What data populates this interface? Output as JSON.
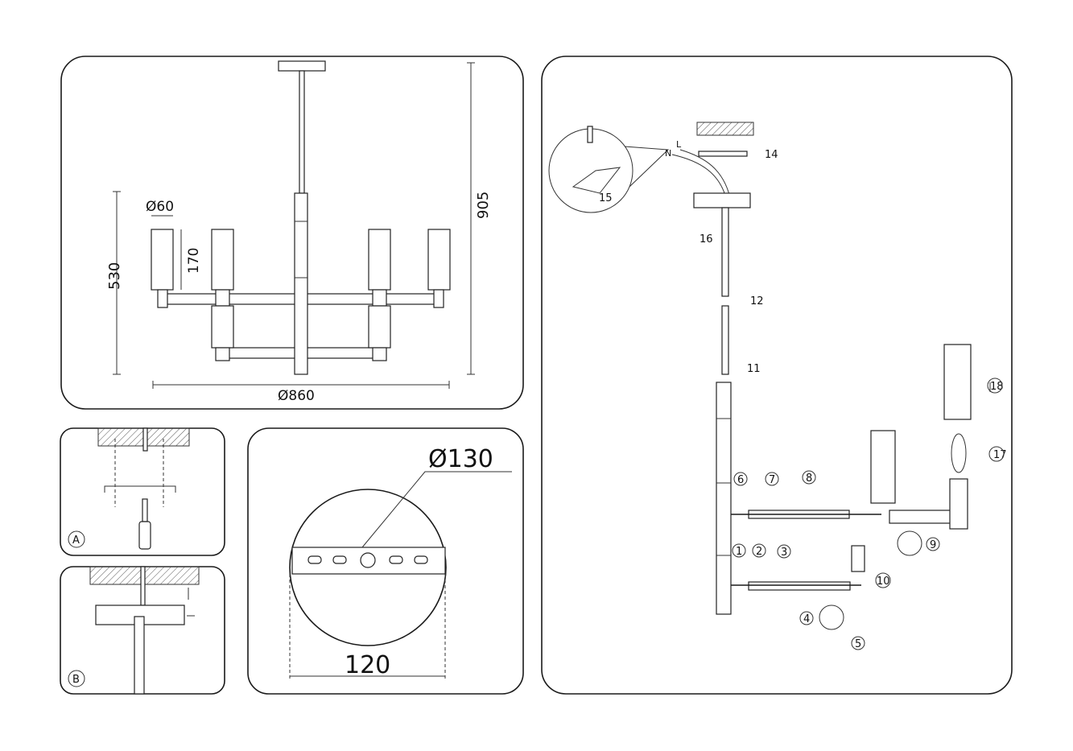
{
  "overview": {
    "dim_height_total": "905",
    "dim_height_body": "530",
    "dim_shade_diameter": "Ø60",
    "dim_shade_height": "170",
    "dim_width": "Ø860"
  },
  "panel_a": {
    "label": "A"
  },
  "panel_b": {
    "label": "B"
  },
  "canopy_plate": {
    "dim_diameter": "Ø130",
    "dim_hole_spacing": "120"
  },
  "assembly": {
    "wire_n": "N",
    "wire_l": "L",
    "steps": [
      "1",
      "2",
      "3",
      "4",
      "5",
      "6",
      "7",
      "8",
      "9",
      "10",
      "11",
      "12",
      "14",
      "15",
      "16",
      "17",
      "18"
    ]
  }
}
